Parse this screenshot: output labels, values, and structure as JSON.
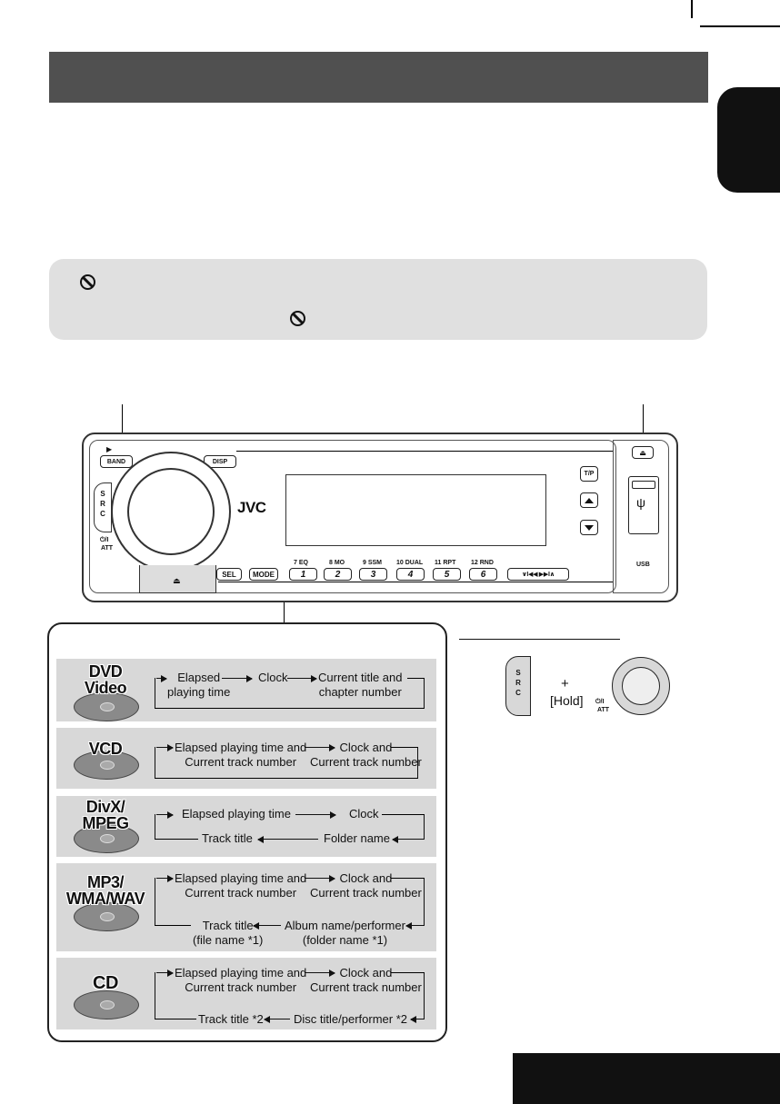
{
  "faceplate": {
    "brand": "JVC",
    "buttons": {
      "band": "BAND",
      "band_arrow": "▶",
      "disp": "DISP",
      "src": "S R C",
      "power": "⏻/I",
      "att": "ATT",
      "eject_icon": "⏏",
      "tp": "T/P",
      "sel": "SEL",
      "mode": "MODE",
      "usb": "USB",
      "skip": "∨I◀◀ ▶▶I∧"
    },
    "presets": [
      {
        "num": "1",
        "label": "7  EQ"
      },
      {
        "num": "2",
        "label": "8  MO"
      },
      {
        "num": "3",
        "label": "9  SSM"
      },
      {
        "num": "4",
        "label": "10  DUAL"
      },
      {
        "num": "5",
        "label": "11  RPT"
      },
      {
        "num": "6",
        "label": "12  RND"
      }
    ],
    "icons": [
      "eject-icon",
      "usb-icon",
      "up-arrow-icon",
      "down-arrow-icon"
    ]
  },
  "modes": [
    {
      "logo": "DVD\nVideo",
      "items": [
        "Elapsed\nplaying time",
        "Clock",
        "Current title and\nchapter number"
      ]
    },
    {
      "logo": "VCD",
      "items": [
        "Elapsed playing time and\nCurrent track number",
        "Clock and\nCurrent track number"
      ]
    },
    {
      "logo": "DivX/\nMPEG",
      "items": [
        "Elapsed playing time",
        "Clock",
        "Track title",
        "Folder name"
      ]
    },
    {
      "logo": "MP3/\nWMA/WAV",
      "items": [
        "Elapsed playing time and\nCurrent track number",
        "Clock and\nCurrent track number",
        "Track title\n(file name *1)",
        "Album name/performer\n(folder name *1)"
      ]
    },
    {
      "logo": "CD",
      "items": [
        "Elapsed playing time and\nCurrent track number",
        "Clock and\nCurrent track number",
        "Track title *2",
        "Disc title/performer *2"
      ]
    }
  ],
  "hold": {
    "src": "S R C",
    "plus": "+",
    "hold_label": "[Hold]",
    "power": "⏻/I",
    "att": "ATT"
  }
}
